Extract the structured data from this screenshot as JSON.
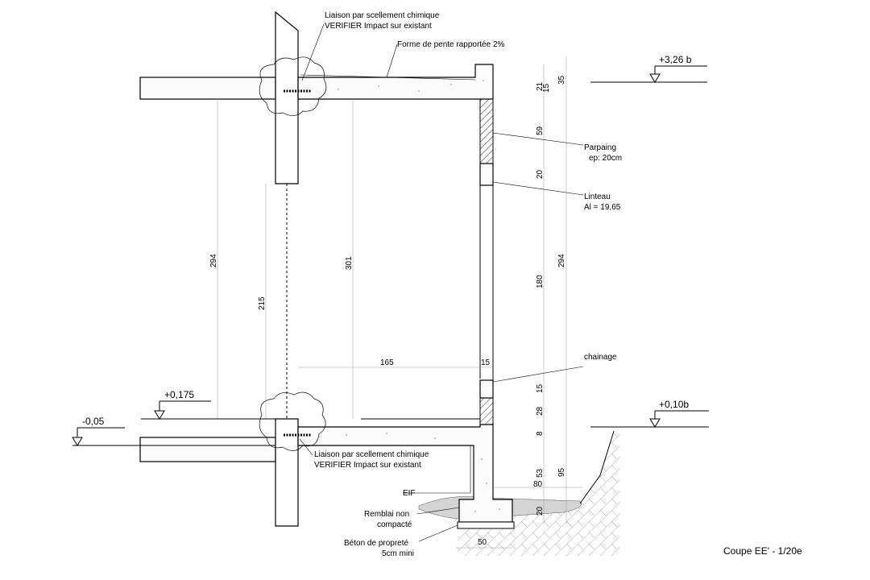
{
  "drawing_title": "Coupe EE' - 1/20e",
  "callouts": {
    "chemical_anchor_top": {
      "line1": "Liaison par scellement chimique",
      "line2": "VERIFIER Impact sur existant"
    },
    "chemical_anchor_bottom": {
      "line1": "Liaison par scellement chimique",
      "line2": "VERIFIER Impact sur existant"
    },
    "slope": "Forme de pente rapportée 2%",
    "block_wall": {
      "line1": "Parpaing",
      "line2": "ep: 20cm"
    },
    "lintel": {
      "line1": "Linteau",
      "line2": "Al = 19,65"
    },
    "chainage": "chainage",
    "eif": "EIF",
    "backfill": {
      "line1": "Remblai  non",
      "line2": "compacté"
    },
    "blinding": {
      "line1": "Béton de propreté",
      "line2": "5cm mini"
    }
  },
  "levels": {
    "top_right": "+3,26 b",
    "ground_right": "+0,10b",
    "floor_left": "+0,175",
    "ground_left": "-0,05"
  },
  "dimensions": {
    "left_294": "294",
    "left_215": "215",
    "left_301": "301",
    "span_165": "165",
    "span_15": "15",
    "footing_50": "50",
    "right_35": "35",
    "right_21": "21",
    "right_15_top": "15",
    "right_59": "59",
    "right_20_top": "20",
    "right_180": "180",
    "right_15_bottom": "15",
    "right_28": "28",
    "right_8": "8",
    "right_53": "53",
    "right_80": "80",
    "right_20_bottom": "20",
    "right_294": "294",
    "right_95": "95"
  }
}
